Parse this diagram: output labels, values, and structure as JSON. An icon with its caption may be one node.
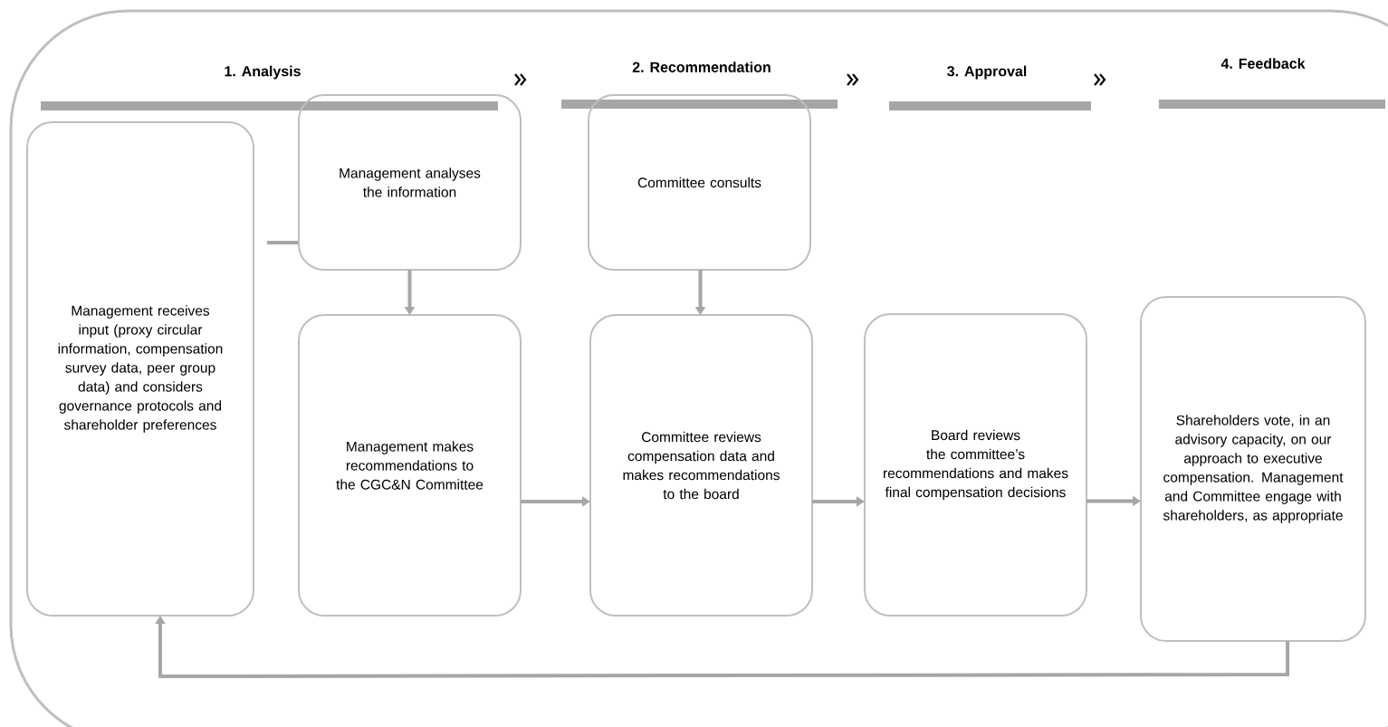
{
  "diagram": {
    "nodes": [
      {
        "text": [
          "Management receives input (proxy circular information, compensation survey data, peer group data) and considers governance protocols and shareholder preferences"
        ]
      },
      {
        "text": [
          "Management analyses the information"
        ]
      },
      {
        "text": [
          "Management makes recommendations to the CGC&N Committee"
        ]
      },
      {
        "text": [
          "Committee consults"
        ]
      },
      {
        "text": [
          "Committee reviews compensation data and makes recommendations to the board"
        ]
      },
      {
        "text": [
          "Board reviews the committee’s recommendations and makes final compensation decisions"
        ]
      },
      {
        "text": [
          "Shareholders vote, in an advisory capacity, on our approach to executive compensation. Management and Committee engage with shareholders, as appropriate"
        ]
      }
    ],
    "edges": [
      {
        "from": 0,
        "to": 1,
        "arrow": "none"
      },
      {
        "from": 1,
        "to": 2,
        "arrow": "to"
      },
      {
        "from": 3,
        "to": 4,
        "arrow": "to"
      },
      {
        "from": 2,
        "to": 4,
        "arrow": "to"
      },
      {
        "from": 4,
        "to": 5,
        "arrow": "to"
      },
      {
        "from": 5,
        "to": 6,
        "arrow": "to"
      },
      {
        "from": 6,
        "to": 0,
        "arrow": "to"
      }
    ],
    "labels": [
      "1. Analysis",
      "2. Recommendation",
      "3. Approval",
      "4. Feedback"
    ]
  }
}
